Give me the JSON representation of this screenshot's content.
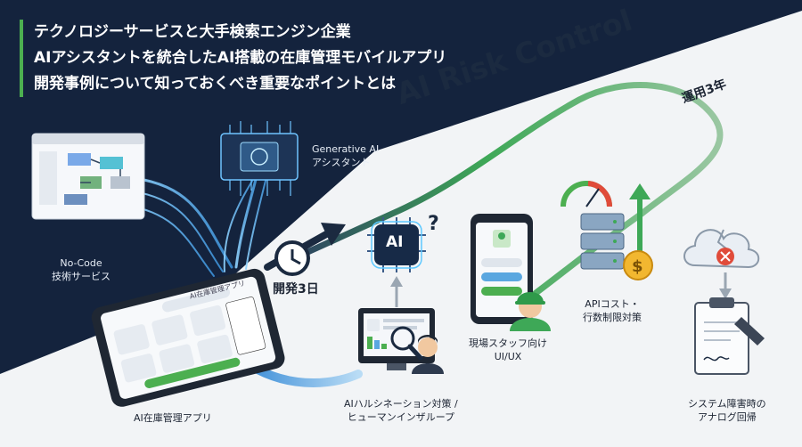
{
  "title": {
    "line1": "テクノロジーサービスと大手検索エンジン企業",
    "line2": "AIアシスタントを統合したAI搭載の在庫管理モバイルアプリ",
    "line3": "開発事例について知っておくべき重要なポイントとは"
  },
  "labels": {
    "generative_ai": "Generative AI",
    "assistant": "アシスタント",
    "nocode_1": "No-Code",
    "nocode_2": "技術サービス",
    "risk_control": "AI Risk Control",
    "years": "運用3年",
    "dev_days": "開発3日",
    "ai_chip": "AI",
    "tablet_header": "AI在庫管理アプリ",
    "tablet_app": "AI在庫管理アプリ",
    "hallucination_1": "AIハルシネーション対策 /",
    "hallucination_2": "ヒューマンインザループ",
    "field_staff_1": "現場スタッフ向け",
    "field_staff_2": "UI/UX",
    "api_cost_1": "APIコスト・",
    "api_cost_2": "行数制限対策",
    "outage_1": "システム障害時の",
    "outage_2": "アナログ回帰"
  },
  "colors": {
    "navy": "#14233d",
    "accent_green": "#4caf50",
    "flow_blue": "#5aa7e0"
  }
}
